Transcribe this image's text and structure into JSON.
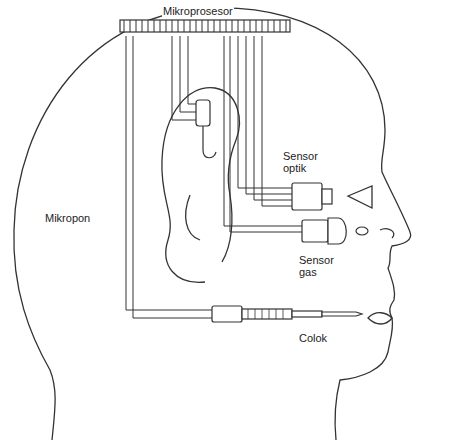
{
  "diagram": {
    "labels": [
      "Mikroprosesor",
      "Sensor optik",
      "Mikropon",
      "Sensor gas",
      "Colok"
    ]
  }
}
